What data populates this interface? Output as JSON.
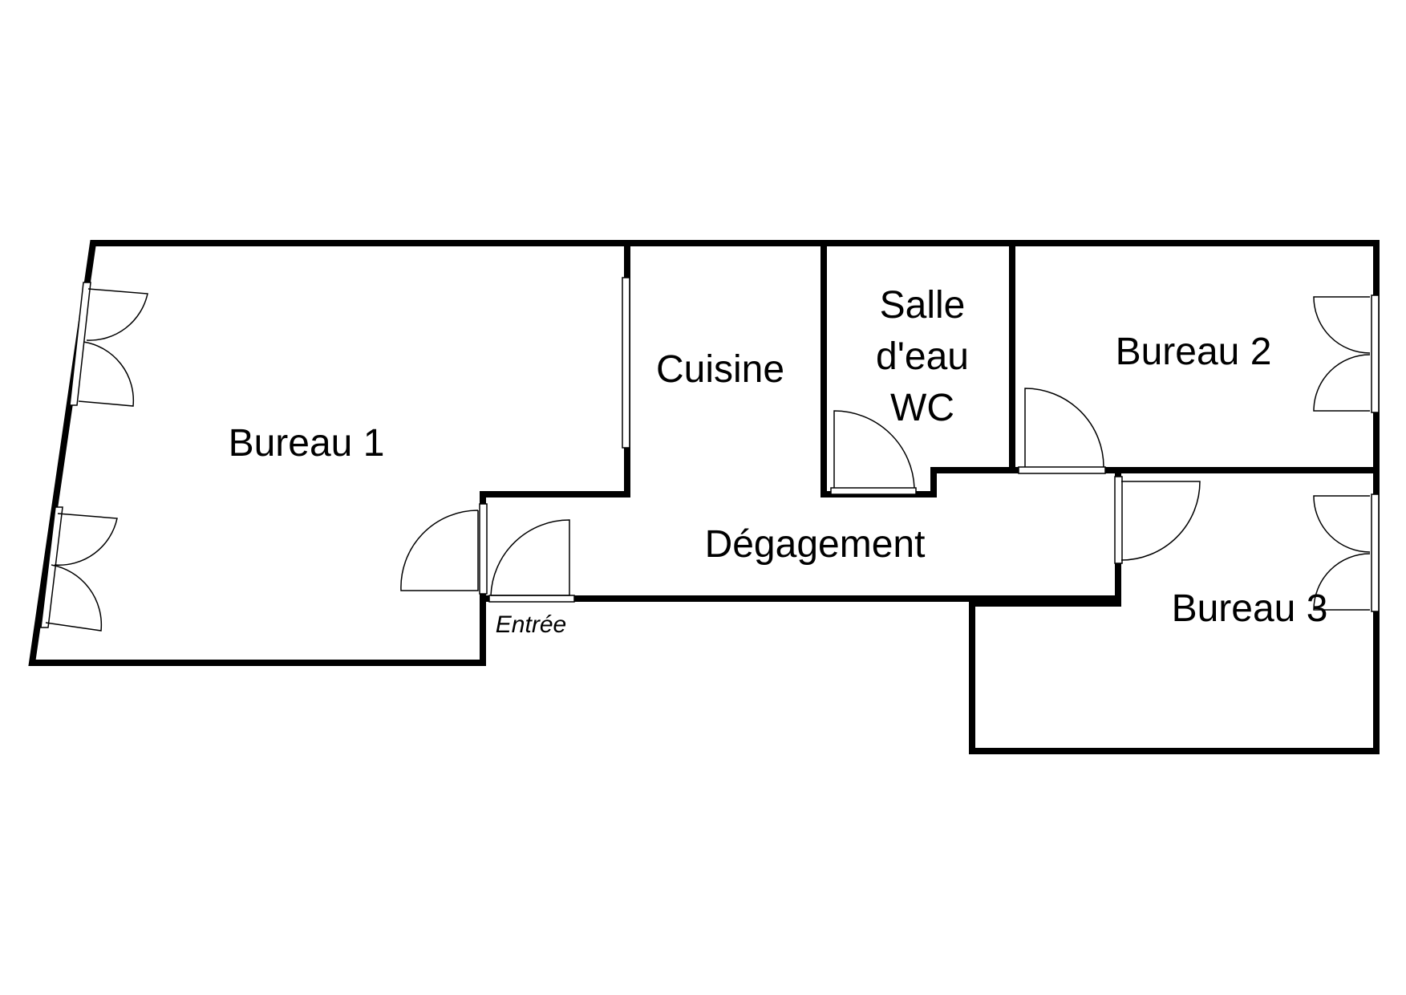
{
  "rooms": {
    "bureau1": "Bureau 1",
    "cuisine": "Cuisine",
    "salle_eau_line1": "Salle",
    "salle_eau_line2": "d'eau",
    "salle_eau_line3": "WC",
    "bureau2": "Bureau 2",
    "degagement": "Dégagement",
    "bureau3": "Bureau 3"
  },
  "entry": {
    "label": "Entrée"
  },
  "colors": {
    "wall": "#000000",
    "background": "#ffffff"
  }
}
